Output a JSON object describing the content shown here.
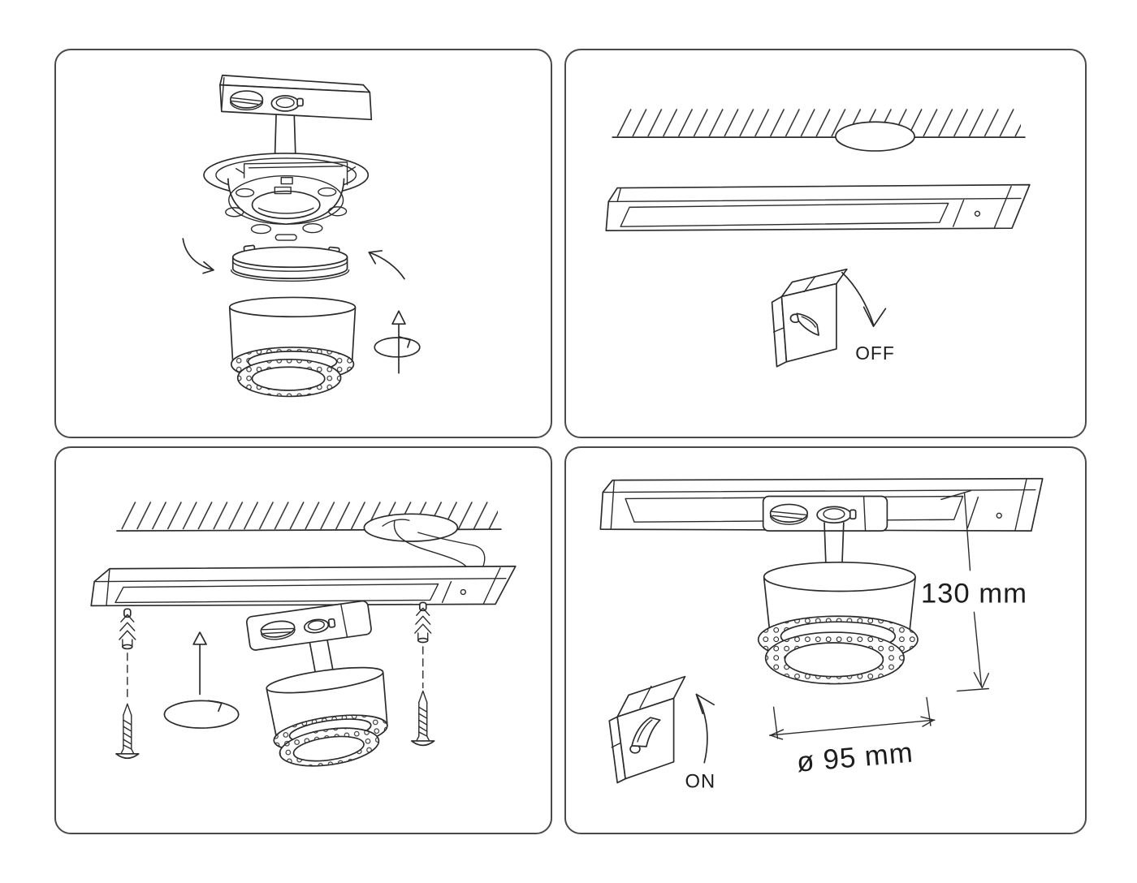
{
  "colors": {
    "background": "#ffffff",
    "line": "#2b2b2b",
    "panel_border": "#4a4a4a",
    "text": "#1d1d1d"
  },
  "panels": {
    "step1": {
      "illustration": "exploded-track-spotlight-assembly"
    },
    "step2": {
      "illustration": "ceiling-hole-and-track-rail",
      "switch_label": "OFF"
    },
    "step3": {
      "illustration": "track-mounting-screws-and-spot"
    },
    "step4": {
      "illustration": "installed-spot-with-dimensions",
      "switch_label": "ON",
      "height_dim": "130 mm",
      "diameter_dim": "ø 95 mm"
    }
  }
}
